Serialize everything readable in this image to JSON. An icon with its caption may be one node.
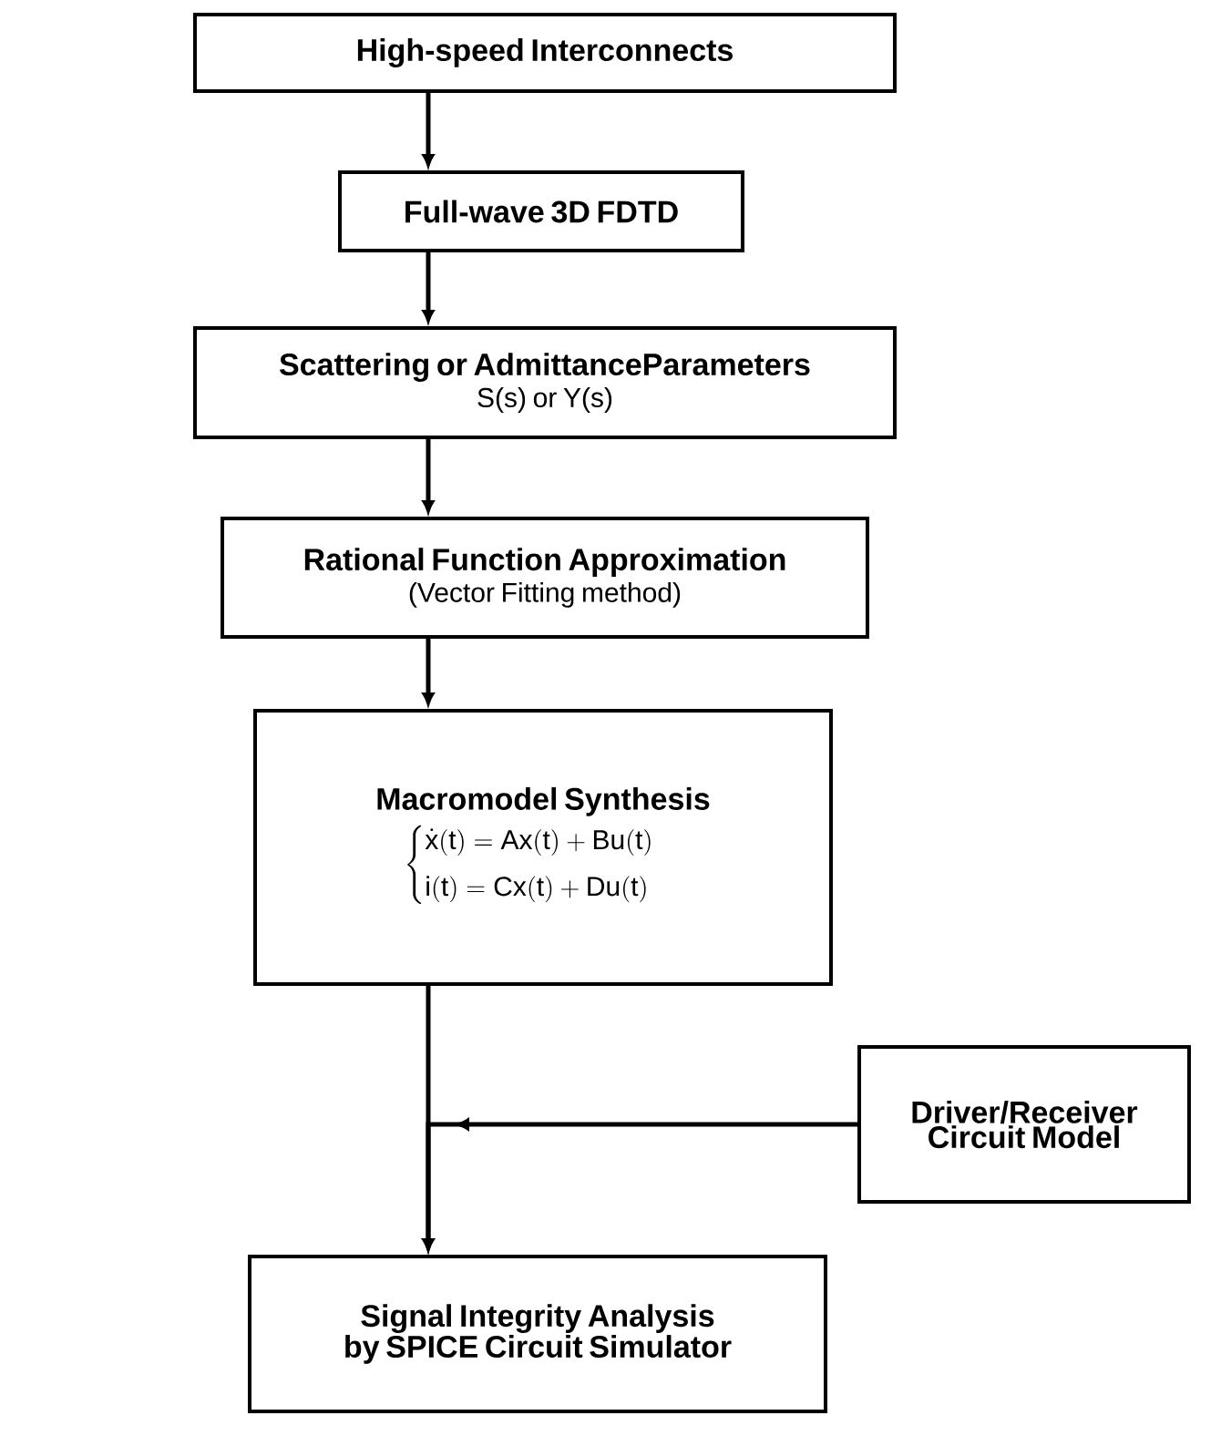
{
  "diagram": {
    "nodes": [
      {
        "text": [
          "High-speed Interconnects"
        ]
      },
      {
        "text": [
          "Full-wave 3D FDTD"
        ]
      },
      {
        "text": [
          "Scattering or AdmittanceParameters",
          "S(s) or Y(s)"
        ]
      },
      {
        "text": [
          "Rational Function Approximation",
          "(Vector Fitting method)"
        ]
      },
      {
        "text": [
          "Macromodel Synthesis",
          "\\begin{cases}\\dot{\\mathrm{x}}(\\mathrm{t})=\\mathrm{Ax}(\\mathrm{t})+\\mathrm{Bu}(\\mathrm{t})\\\\[4pt] \\mathrm{i}(\\mathrm{t})=\\mathrm{Cx}(\\mathrm{t})+\\mathrm{Du}(\\mathrm{t})\\end{cases}"
        ]
      },
      {
        "text": [
          "Driver/Receiver Circuit Model"
        ]
      },
      {
        "text": [
          "Signal Integrity Analysis by SPICE Circuit Simulator"
        ]
      }
    ],
    "edges": [
      {
        "from": 0,
        "to": 1,
        "arrow": "to"
      },
      {
        "from": 1,
        "to": 2,
        "arrow": "to"
      },
      {
        "from": 2,
        "to": 3,
        "arrow": "to"
      },
      {
        "from": 3,
        "to": 4,
        "arrow": "to"
      },
      {
        "from": 4,
        "to": 6,
        "arrow": "to"
      },
      {
        "from": 5,
        "to": 6,
        "arrow": "to"
      }
    ]
  }
}
